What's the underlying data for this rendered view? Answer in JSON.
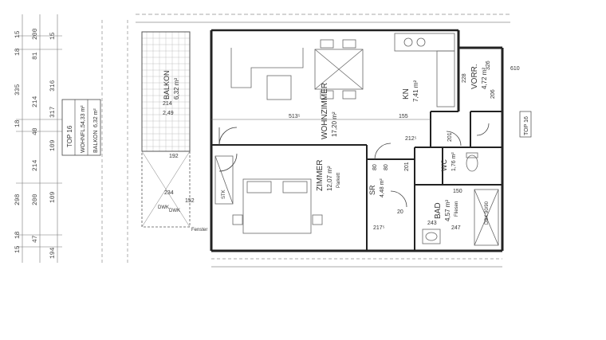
{
  "plan": {
    "rooms": {
      "wohnzimmer": {
        "name": "WOHNZIMMER",
        "area": "17,20 m²"
      },
      "zimmer": {
        "name": "ZIMMER",
        "area": "12,07 m²",
        "floor": "Parkett"
      },
      "kueche": {
        "name": "KN",
        "area": "7,41 m²"
      },
      "vorraum": {
        "name": "VORR.",
        "area": "4,72 m²"
      },
      "bad": {
        "name": "BAD",
        "area": "4,57 m²",
        "floor": "Fliesen"
      },
      "wc": {
        "name": "WC",
        "area": "1,76 m²"
      },
      "abstellraum": {
        "name": "SR",
        "area": "4,48 m²"
      },
      "balkon": {
        "name": "BALKON",
        "area": "6,32 m²"
      }
    },
    "summary": {
      "top": "TOP 16",
      "wohnfl_label": "WOHNFL.",
      "wohnfl": "54,33 m²",
      "balkon_label": "BALKON",
      "balkon": "6,32 m²"
    },
    "top_right_tag": "TOP 16",
    "notes": {
      "dwk1": "DWK",
      "dwk2": "DWK",
      "dusche": "DBK 90/90",
      "fenster": "Fenster",
      "stk": "STK"
    },
    "dimensions": {
      "d513": "513⁵",
      "d155": "155",
      "d212": "212⁵",
      "d217": "217⁵",
      "d201a": "201",
      "d201b": "201",
      "d80a": "80",
      "d80b": "80",
      "d20": "20",
      "d150": "150",
      "d243": "243",
      "d247": "247",
      "d234": "234",
      "d152": "152",
      "d214": "214",
      "d249": "2,49",
      "d192": "192",
      "d326": "326",
      "d228": "228",
      "d206": "206",
      "d610": "610"
    },
    "left_scale": [
      {
        "label": "15",
        "row": 0
      },
      {
        "label": "18",
        "row": 1
      },
      {
        "label": "335",
        "row": 2
      },
      {
        "label": "18",
        "row": 3
      },
      {
        "label": "298",
        "row": 4
      },
      {
        "label": "18",
        "row": 5
      },
      {
        "label": "15",
        "row": 6
      }
    ],
    "left_scale2": [
      "200",
      "81",
      "214",
      "40",
      "214",
      "200",
      "47"
    ],
    "left_scale3": [
      "15",
      "316",
      "317",
      "109",
      "109",
      "194"
    ]
  }
}
